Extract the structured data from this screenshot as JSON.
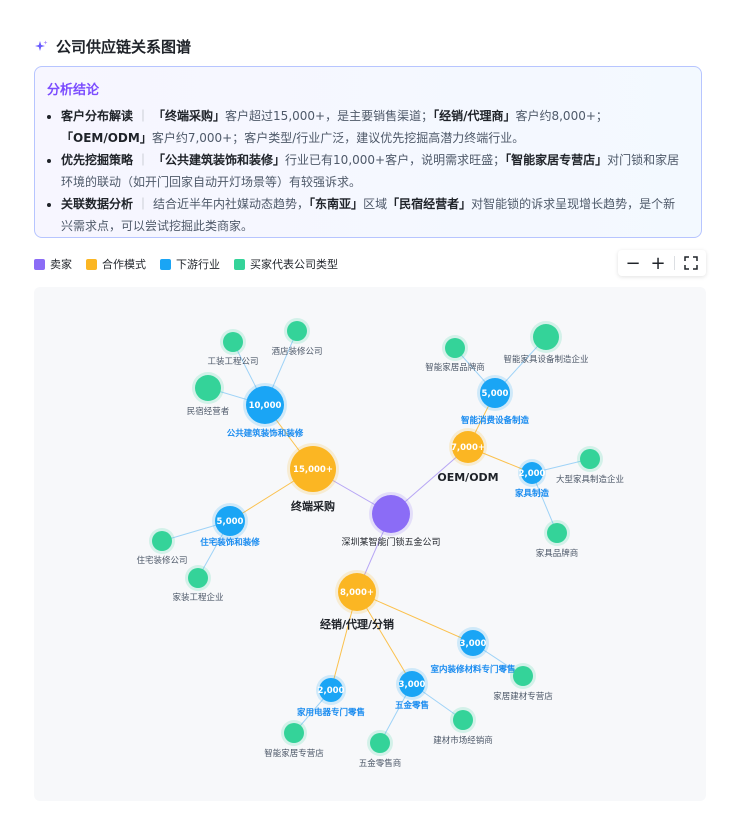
{
  "title": "公司供应链关系图谱",
  "summary": {
    "heading": "分析结论",
    "items": [
      {
        "label": "客户分布解读",
        "sep": "｜",
        "parts": [
          {
            "t": "「终端采购」",
            "b": true
          },
          {
            "t": "客户超过15,000+，是主要销售渠道；",
            "b": false
          },
          {
            "t": "「经销/代理商」",
            "b": true
          },
          {
            "t": "客户约8,000+；",
            "b": false
          },
          {
            "t": "「OEM/ODM」",
            "b": true
          },
          {
            "t": "客户约7,000+；客户类型/行业广泛，建议优先挖掘高潜力终端行业。",
            "b": false
          }
        ]
      },
      {
        "label": "优先挖掘策略",
        "sep": "｜",
        "parts": [
          {
            "t": "「公共建筑装饰和装修」",
            "b": true
          },
          {
            "t": "行业已有10,000+客户，说明需求旺盛；",
            "b": false
          },
          {
            "t": "「智能家居专营店」",
            "b": true
          },
          {
            "t": "对门锁和家居环境的联动（如开门回家自动开灯场景等）有较强诉求。",
            "b": false
          }
        ]
      },
      {
        "label": "关联数据分析",
        "sep": "｜",
        "parts": [
          {
            "t": "结合近半年内社媒动态趋势，",
            "b": false
          },
          {
            "t": "「东南亚」",
            "b": true
          },
          {
            "t": "区域",
            "b": false
          },
          {
            "t": "「民宿经营者」",
            "b": true
          },
          {
            "t": "对智能锁的诉求呈现增长趋势，是个新兴需求点，可以尝试挖掘此类商家。",
            "b": false
          }
        ]
      }
    ]
  },
  "legend": [
    {
      "label": "卖家",
      "color": "#8b6cf6"
    },
    {
      "label": "合作模式",
      "color": "#fbb623"
    },
    {
      "label": "下游行业",
      "color": "#1aa5f5"
    },
    {
      "label": "买家代表公司类型",
      "color": "#34d399"
    }
  ],
  "toolbar": {
    "zoom_out": "−",
    "zoom_in": "+"
  },
  "graph": {
    "colors": {
      "seller": "#8b6cf6",
      "mode": "#fbb623",
      "industry": "#1aa5f5",
      "buyer": "#34d399"
    },
    "nodes": [
      {
        "id": "seller",
        "type": "seller",
        "label": "深圳某智能门锁五金公司"
      },
      {
        "id": "m1",
        "type": "mode",
        "label": "终端采购",
        "value": "15,000+"
      },
      {
        "id": "m2",
        "type": "mode",
        "label": "经销/代理/分销",
        "value": "8,000+"
      },
      {
        "id": "m3",
        "type": "mode",
        "label": "OEM/ODM",
        "value": "7,000+"
      },
      {
        "id": "i1",
        "type": "industry",
        "label": "公共建筑装饰和装修",
        "value": "10,000"
      },
      {
        "id": "i2",
        "type": "industry",
        "label": "住宅装饰和装修",
        "value": "5,000"
      },
      {
        "id": "i3",
        "type": "industry",
        "label": "智能消费设备制造",
        "value": "5,000"
      },
      {
        "id": "i4",
        "type": "industry",
        "label": "家具制造",
        "value": "2,000"
      },
      {
        "id": "i5",
        "type": "industry",
        "label": "室内装修材料专门零售",
        "value": "3,000"
      },
      {
        "id": "i6",
        "type": "industry",
        "label": "五金零售",
        "value": "3,000"
      },
      {
        "id": "i7",
        "type": "industry",
        "label": "家用电器专门零售",
        "value": "2,000"
      },
      {
        "id": "b1",
        "type": "buyer",
        "label": "工装工程公司"
      },
      {
        "id": "b2",
        "type": "buyer",
        "label": "酒店装修公司"
      },
      {
        "id": "b3",
        "type": "buyer",
        "label": "民宿经营者"
      },
      {
        "id": "b4",
        "type": "buyer",
        "label": "住宅装修公司"
      },
      {
        "id": "b5",
        "type": "buyer",
        "label": "家装工程企业"
      },
      {
        "id": "b6",
        "type": "buyer",
        "label": "智能家居品牌商"
      },
      {
        "id": "b7",
        "type": "buyer",
        "label": "智能家具设备制造企业"
      },
      {
        "id": "b8",
        "type": "buyer",
        "label": "大型家具制造企业"
      },
      {
        "id": "b9",
        "type": "buyer",
        "label": "家具品牌商"
      },
      {
        "id": "b10",
        "type": "buyer",
        "label": "家居建材专营店"
      },
      {
        "id": "b11",
        "type": "buyer",
        "label": "建材市场经销商"
      },
      {
        "id": "b12",
        "type": "buyer",
        "label": "五金零售商"
      },
      {
        "id": "b13",
        "type": "buyer",
        "label": "智能家居专营店"
      }
    ],
    "edges": [
      [
        "seller",
        "m1"
      ],
      [
        "seller",
        "m2"
      ],
      [
        "seller",
        "m3"
      ],
      [
        "m1",
        "i1"
      ],
      [
        "m1",
        "i2"
      ],
      [
        "m3",
        "i3"
      ],
      [
        "m3",
        "i4"
      ],
      [
        "m2",
        "i5"
      ],
      [
        "m2",
        "i6"
      ],
      [
        "m2",
        "i7"
      ],
      [
        "i1",
        "b1"
      ],
      [
        "i1",
        "b2"
      ],
      [
        "i1",
        "b3"
      ],
      [
        "i2",
        "b4"
      ],
      [
        "i2",
        "b5"
      ],
      [
        "i3",
        "b6"
      ],
      [
        "i3",
        "b7"
      ],
      [
        "i4",
        "b8"
      ],
      [
        "i4",
        "b9"
      ],
      [
        "i5",
        "b10"
      ],
      [
        "i6",
        "b11"
      ],
      [
        "i6",
        "b12"
      ],
      [
        "i7",
        "b13"
      ]
    ]
  }
}
